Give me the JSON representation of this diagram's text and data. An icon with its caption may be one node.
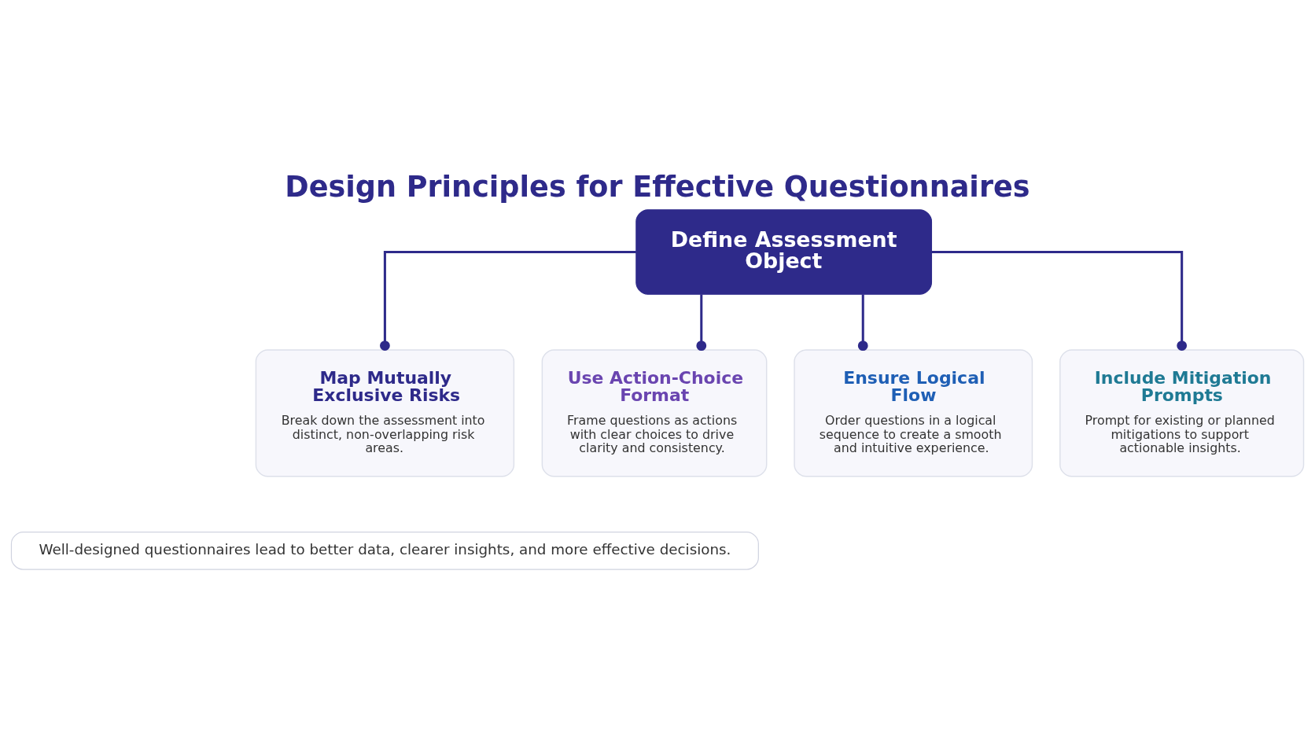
{
  "diagram": {
    "title": "Design Principles for Effective Questionnaires",
    "nodes": [
      {
        "text": [
          "Define Assessment Object"
        ]
      },
      {
        "text": [
          "Map Mutually Exclusive Risks",
          "Break down the assessment into distinct, non-overlapping risk areas."
        ]
      },
      {
        "text": [
          "Use Action-Choice Format",
          "Frame questions as actions with clear choices to drive clarity and consistency."
        ]
      },
      {
        "text": [
          "Ensure Logical Flow",
          "Order questions in a logical sequence to create a smooth and intuitive experience."
        ]
      },
      {
        "text": [
          "Include Mitigation Prompts",
          "Prompt for existing or planned mitigations to support actionable insights."
        ]
      }
    ],
    "edges": [
      {
        "from": 0,
        "to": 1,
        "arrow": "other"
      },
      {
        "from": 0,
        "to": 2,
        "arrow": "other"
      },
      {
        "from": 0,
        "to": 3,
        "arrow": "other"
      },
      {
        "from": 0,
        "to": 4,
        "arrow": "other"
      }
    ],
    "labels": [
      "Well-designed questionnaires lead to better data, clearer insights, and more effective decisions."
    ]
  }
}
